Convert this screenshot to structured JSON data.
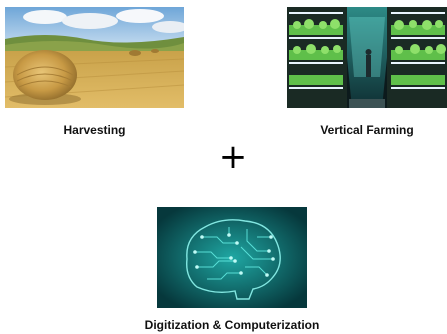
{
  "images": [
    {
      "id": "harvest",
      "caption": "Harvesting",
      "scene": "hay-bale-field"
    },
    {
      "id": "vertical",
      "caption": "Vertical Farming",
      "scene": "indoor-grow-racks"
    },
    {
      "id": "digital",
      "caption": "Digitization & Computerization",
      "scene": "circuit-brain"
    }
  ],
  "operator": "+",
  "colors": {
    "background": "#ffffff",
    "caption_text": "#111111",
    "field_gold": "#d9ae55",
    "sky_blue": "#9cc3e6",
    "grow_green": "#5fbf4a",
    "circuit_teal": "#2fd6cf"
  }
}
